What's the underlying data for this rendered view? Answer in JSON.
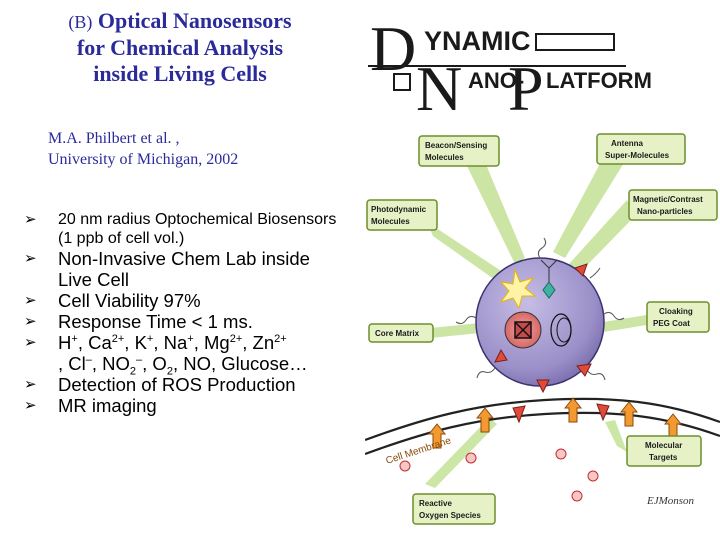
{
  "title": {
    "tag": "(B)",
    "line1": "Optical Nanosensors",
    "line2": "for Chemical Analysis",
    "line3": "inside Living Cells"
  },
  "author": {
    "line1": "M.A. Philbert et al. ,",
    "line2": "University of Michigan, 2002"
  },
  "bullets": [
    {
      "text": "20 nm radius Optochemical Biosensors (1 ppb of cell vol.)"
    },
    {
      "text": "Non-Invasive Chem Lab inside Live Cell"
    },
    {
      "text": "Cell Viability 97%"
    },
    {
      "text": "Response Time < 1 ms."
    },
    {
      "parts": [
        "H",
        "+",
        ", Ca",
        "2+",
        ", K",
        "+",
        ", Na",
        "+",
        ", Mg",
        "2+",
        ", Zn",
        "2+",
        ", Cl",
        "–",
        ", NO",
        "2",
        "–",
        ", O",
        "2",
        ", NO, Glucose…"
      ]
    },
    {
      "text": "Detection of ROS Production"
    },
    {
      "text": "MR imaging"
    }
  ],
  "logo": {
    "d_letter": "D",
    "n_letter": "N",
    "p_letter": "P",
    "word1": "YNAMIC",
    "word2": "ANO-",
    "word3": "LATFORM"
  },
  "diagram": {
    "beacon": [
      "Beacon/Sensing",
      "Molecules"
    ],
    "antenna": [
      "Antenna",
      "Super-Molecules"
    ],
    "photodynamic": [
      "Photodynamic",
      "Molecules"
    ],
    "magnetic": [
      "Magnetic/Contrast",
      "Nano-particles"
    ],
    "core_matrix": "Core Matrix",
    "cloaking": [
      "Cloaking",
      "PEG Coat"
    ],
    "cell_membrane": "Cell Membrane",
    "molecular_targets": [
      "Molecular",
      "Targets"
    ],
    "ros": [
      "Reactive",
      "Oxygen Species"
    ],
    "signature": "EJMonson"
  },
  "colors": {
    "title_blue": "#2a2a9a",
    "sphere": "#9a8fc8",
    "green_box": "#e6f2c6",
    "arrow_orange": "#f29a30"
  }
}
